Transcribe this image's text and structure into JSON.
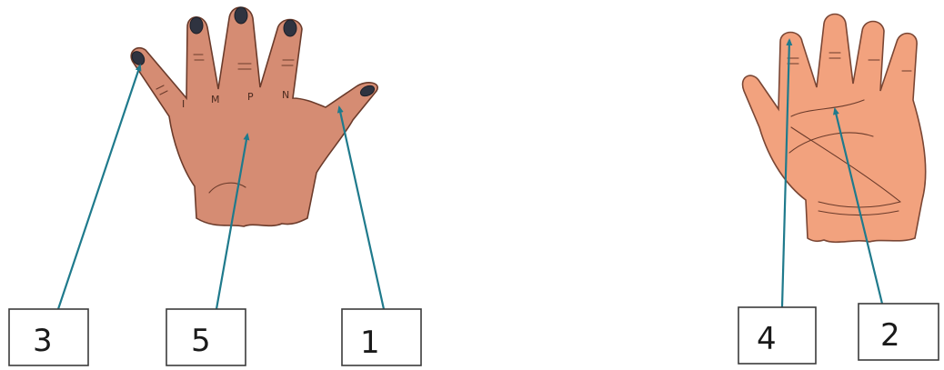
{
  "labels": {
    "left_thumb_side": "1",
    "right_center": "2",
    "left_little_finger": "3",
    "right_index_finger": "4",
    "left_back_center": "5"
  },
  "finger_letters": {
    "i": "I",
    "m": "M",
    "p": "P",
    "n": "N"
  },
  "colors": {
    "skin_back": "#d58c73",
    "skin_palm": "#f2a27e",
    "nail": "#2f3340",
    "arrow": "#1f7a8c"
  }
}
